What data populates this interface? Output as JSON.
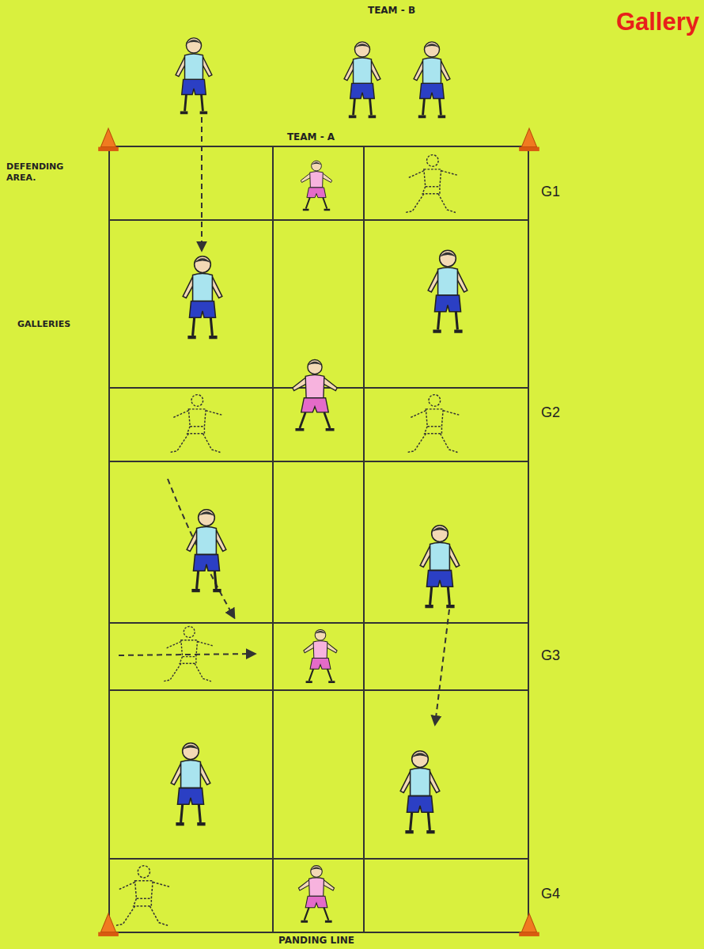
{
  "diagram": {
    "title": "Gallery",
    "labels": [
      "TEAM - B",
      "TEAM - A",
      "DEFENDING AREA.",
      "GALLERIES",
      "G1",
      "G2",
      "G3",
      "G4",
      "PANDING LINE"
    ]
  }
}
